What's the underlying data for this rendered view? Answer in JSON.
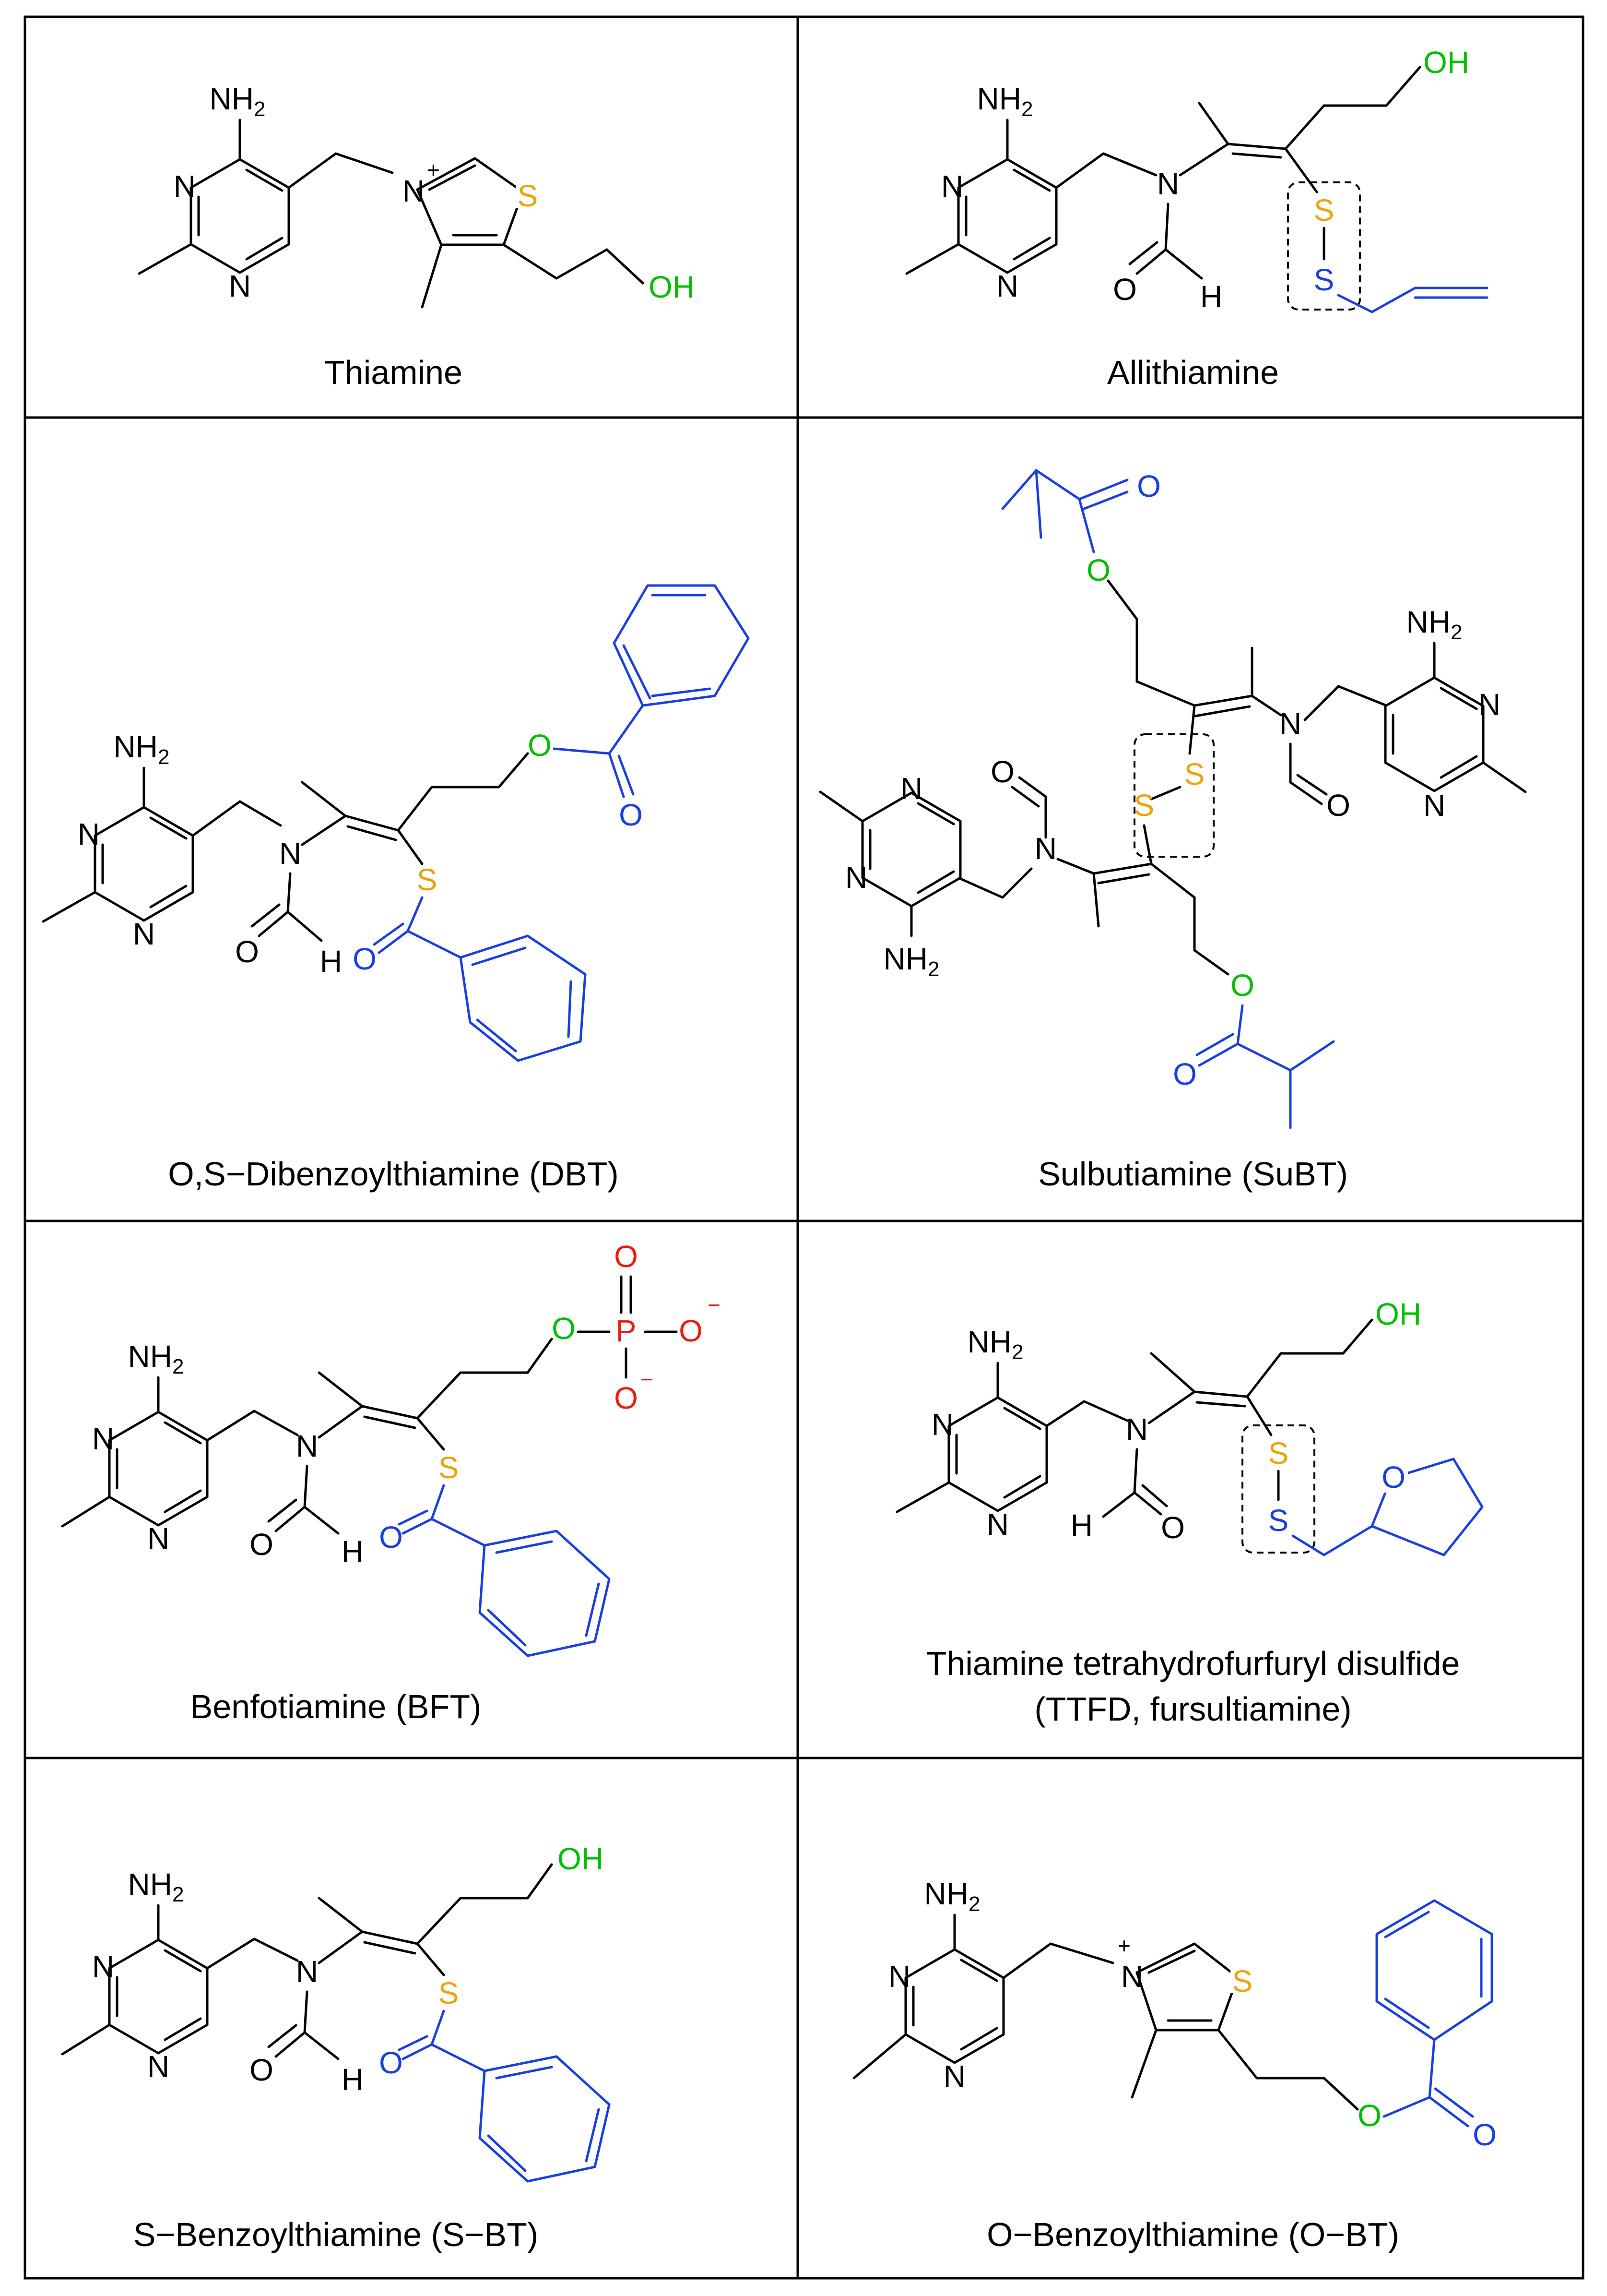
{
  "colors": {
    "black": "#000000",
    "sulfur": "#f0a20a",
    "oxygen_alcohol": "#00c000",
    "blue": "#1a3fe0",
    "phosphate": "#e81e10",
    "frame": "#000000"
  },
  "atoms": {
    "NH2_N": "NH",
    "NH2_2": "2",
    "N": "N",
    "S": "S",
    "O": "O",
    "OH": "OH",
    "H": "H",
    "P": "P",
    "plus": "+",
    "minus": "−"
  },
  "captions": {
    "thiamine": "Thiamine",
    "allithiamine": "Allithiamine",
    "dbt": "O,S−Dibenzoylthiamine (DBT)",
    "subt": "Sulbutiamine (SuBT)",
    "bft": "Benfotiamine (BFT)",
    "ttfd_line1": "Thiamine tetrahydrofurfuryl disulfide",
    "ttfd_line2": "(TTFD, fursultiamine)",
    "sbt": "S−Benzoylthiamine (S−BT)",
    "obt": "O−Benzoylthiamine (O−BT)"
  }
}
